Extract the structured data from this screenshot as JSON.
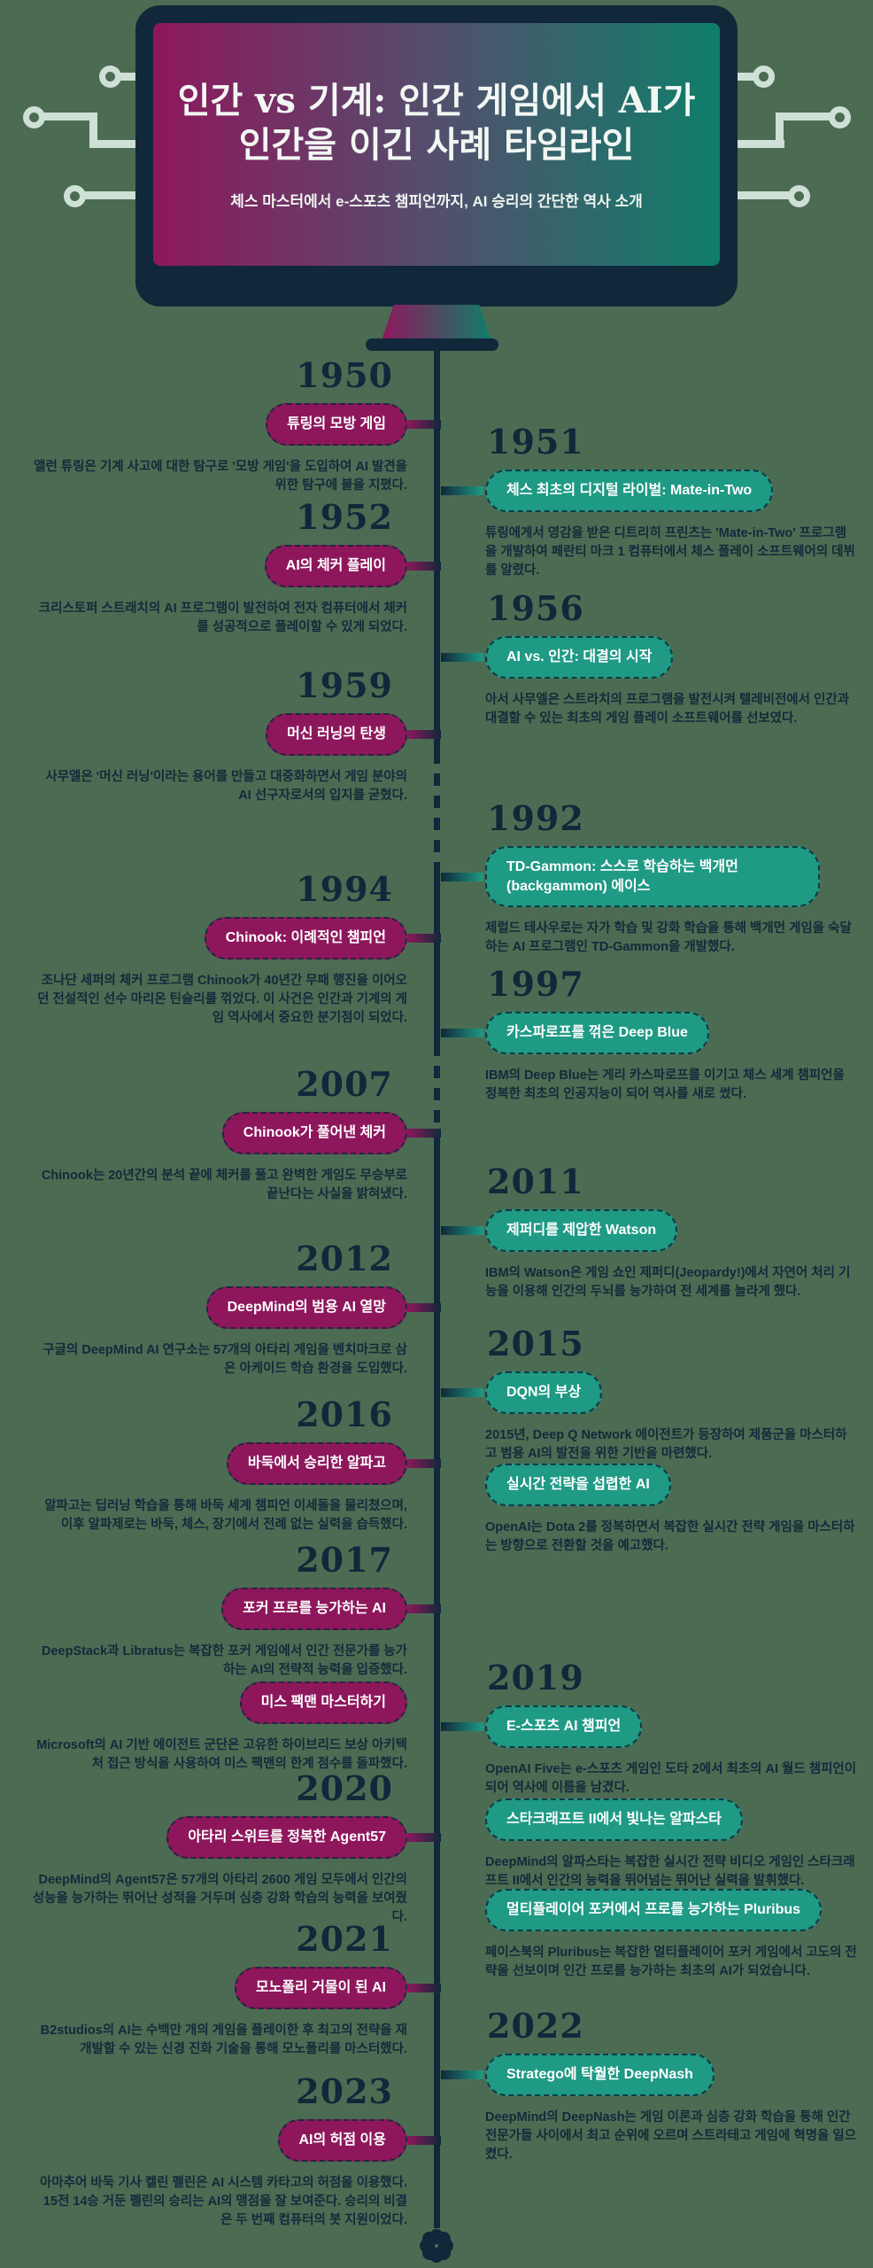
{
  "header": {
    "title": "인간 vs 기계: 인간 게임에서 AI가 인간을 이긴 사례 타임라인",
    "subtitle": "체스 마스터에서 e-스포츠 챔피언까지, AI 승리의 간단한 역사 소개"
  },
  "colors": {
    "background": "#4b6c52",
    "navy": "#10283a",
    "magenta_badge": "#8e175c",
    "teal_badge": "#1f9a85",
    "circuit_light": "#cfe0d6",
    "screen_gradient_left": "#8e175c",
    "screen_gradient_right": "#0f7e6a"
  },
  "timeline": {
    "entries": [
      {
        "side": "left",
        "year": "1950",
        "badge": "튜링의 모방 게임",
        "body": "앨런 튜링은 기계 사고에 대한 탐구로 '모방 게임'을 도입하여 AI 발견을 위한 탐구에 불을 지폈다."
      },
      {
        "side": "right",
        "year": "1951",
        "badge": "체스 최초의 디지털 라이벌: Mate-in-Two",
        "body": "튜링에게서 영감을 받은 디트리히 프린츠는 'Mate-in-Two' 프로그램을 개발하여 페란티 마크 1 컴퓨터에서 체스 플레이 소프트웨어의 데뷔를 알렸다."
      },
      {
        "side": "left",
        "year": "1952",
        "badge": "AI의 체커 플레이",
        "body": "크리스토퍼 스트래치의 AI 프로그램이 발전하여 전자 컴퓨터에서 체커를 성공적으로 플레이할 수 있게 되었다."
      },
      {
        "side": "right",
        "year": "1956",
        "badge": "AI vs. 인간: 대결의 시작",
        "body": "아서 사무엘은 스트라치의 프로그램을 발전시켜 텔레비전에서 인간과 대결할 수 있는 최초의 게임 플레이 소프트웨어를 선보였다."
      },
      {
        "side": "left",
        "year": "1959",
        "badge": "머신 러닝의 탄생",
        "body": "사무엘은 '머신 러닝'이라는 용어를 만들고 대중화하면서 게임 분야의 AI 선구자로서의 입지를 굳혔다."
      },
      {
        "side": "right",
        "year": "1992",
        "badge": "TD-Gammon: 스스로 학습하는 백개먼 (backgammon) 에이스",
        "body": "제럴드 테사우로는 자가 학습 및 강화 학습을 통해 백개먼 게임을 숙달하는 AI 프로그램인 TD-Gammon을 개발했다."
      },
      {
        "side": "left",
        "year": "1994",
        "badge": "Chinook: 이례적인 챔피언",
        "body": "조나단 세퍼의 체커 프로그램 Chinook가 40년간 무패 행진을 이어오던 전설적인 선수 마리온 틴슬리를 꺾었다. 이 사건은 인간과 기계의 게임 역사에서 중요한 분기점이 되었다."
      },
      {
        "side": "right",
        "year": "1997",
        "badge": "카스파로프를 꺾은 Deep Blue",
        "body": "IBM의 Deep Blue는 게리 카스파로프를 이기고 체스 세계 챔피언을 정복한 최초의 인공지능이 되어 역사를 새로 썼다."
      },
      {
        "side": "left",
        "year": "2007",
        "badge": "Chinook가 풀어낸 체커",
        "body": "Chinook는 20년간의 분석 끝에 체커를 풀고 완벽한 게임도 무승부로 끝난다는 사실을 밝혀냈다."
      },
      {
        "side": "right",
        "year": "2011",
        "badge": "제퍼디를 제압한 Watson",
        "body": "IBM의 Watson은 게임 쇼인 제퍼디(Jeopardy!)에서 자연어 처리 기능을 이용해 인간의 두뇌를 능가하여 전 세계를 놀라게 했다."
      },
      {
        "side": "left",
        "year": "2012",
        "badge": "DeepMind의 범용 AI 열망",
        "body": "구글의 DeepMind AI 연구소는 57개의 아타리 게임을 벤치마크로 삼은 아케이드 학습 환경을 도입했다."
      },
      {
        "side": "right",
        "year": "2015",
        "badge": "DQN의 부상",
        "body": "2015년, Deep Q Network 에이전트가 등장하여 제품군을 마스터하고 범용 AI의 발전을 위한 기반을 마련했다."
      },
      {
        "side": "left",
        "year": "2016",
        "badge": "바둑에서 승리한 알파고",
        "body": "알파고는 딥러닝 학습을 통해 바둑 세계 챔피언 이세돌을 물리쳤으며, 이후 알파제로는 바둑, 체스, 장기에서 전례 없는 실력을 습득했다."
      },
      {
        "side": "right",
        "year": null,
        "badge": "실시간 전략을 섭렵한 AI",
        "body": "OpenAI는 Dota 2를 정복하면서 복잡한 실시간 전략 게임을 마스터하는 방향으로 전환할 것을 예고했다."
      },
      {
        "side": "left",
        "year": "2017",
        "badge": "포커 프로를 능가하는 AI",
        "body": "DeepStack과 Libratus는 복잡한 포커 게임에서 인간 전문가를 능가하는 AI의 전략적 능력을 입증했다."
      },
      {
        "side": "right",
        "year": "2019",
        "badge": "E-스포츠 AI 챔피언",
        "body": "OpenAI Five는 e-스포츠 게임인 도타 2에서 최초의 AI 월드 챔피언이 되어 역사에 이름을 남겼다."
      },
      {
        "side": "left",
        "year": null,
        "badge": "미스 팩맨 마스터하기",
        "body": "Microsoft의 AI 기반 에이전트 군단은 고유한 하이브리드 보상 아키텍처 접근 방식을 사용하여 미스 팩맨의 한계 점수를 돌파했다."
      },
      {
        "side": "left",
        "year": "2020",
        "badge": "아타리 스위트를 정복한 Agent57",
        "body": "DeepMind의 Agent57은 57개의 아타리 2600 게임 모두에서 인간의 성능을 능가하는 뛰어난 성적을 거두며 심층 강화 학습의 능력을 보여줬다."
      },
      {
        "side": "right",
        "year": null,
        "badge": "스타크래프트 II에서 빛나는 알파스타",
        "body": "DeepMind의 알파스타는 복잡한 실시간 전략 비디오 게임인 스타크래프트 II에서 인간의 능력을 뛰어넘는 뛰어난 실력을 발휘했다."
      },
      {
        "side": "right",
        "year": null,
        "badge": "멀티플레이어 포커에서 프로를 능가하는 Pluribus",
        "body": "페이스북의 Pluribus는 복잡한 멀티플레이어 포커 게임에서 고도의 전략을 선보이며 인간 프로를 능가하는 최초의 AI가 되었습니다."
      },
      {
        "side": "left",
        "year": "2021",
        "badge": "모노폴리 거물이 된 AI",
        "body": "B2studios의 AI는 수백만 개의 게임을 플레이한 후 최고의 전략을 재개발할 수 있는 신경 진화 기술을 통해 모노폴리를 마스터했다."
      },
      {
        "side": "right",
        "year": "2022",
        "badge": "Stratego에 탁월한 DeepNash",
        "body": "DeepMind의 DeepNash는 게임 이론과 심층 강화 학습을 통해 인간 전문가들 사이에서 최고 순위에 오르며 스트라테고 게임에 혁명을 일으켰다."
      },
      {
        "side": "left",
        "year": "2023",
        "badge": "AI의 허점 이용",
        "body": "아마추어 바둑 기사 켈린 펠린은 AI 시스템 카타고의 허점을 이용했다. 15전 14승 거둔 펠린의 승리는 AI의 맹점을 잘 보여준다. 승리의 비결은 두 번째 컴퓨터의 봇 지원이었다."
      }
    ]
  }
}
